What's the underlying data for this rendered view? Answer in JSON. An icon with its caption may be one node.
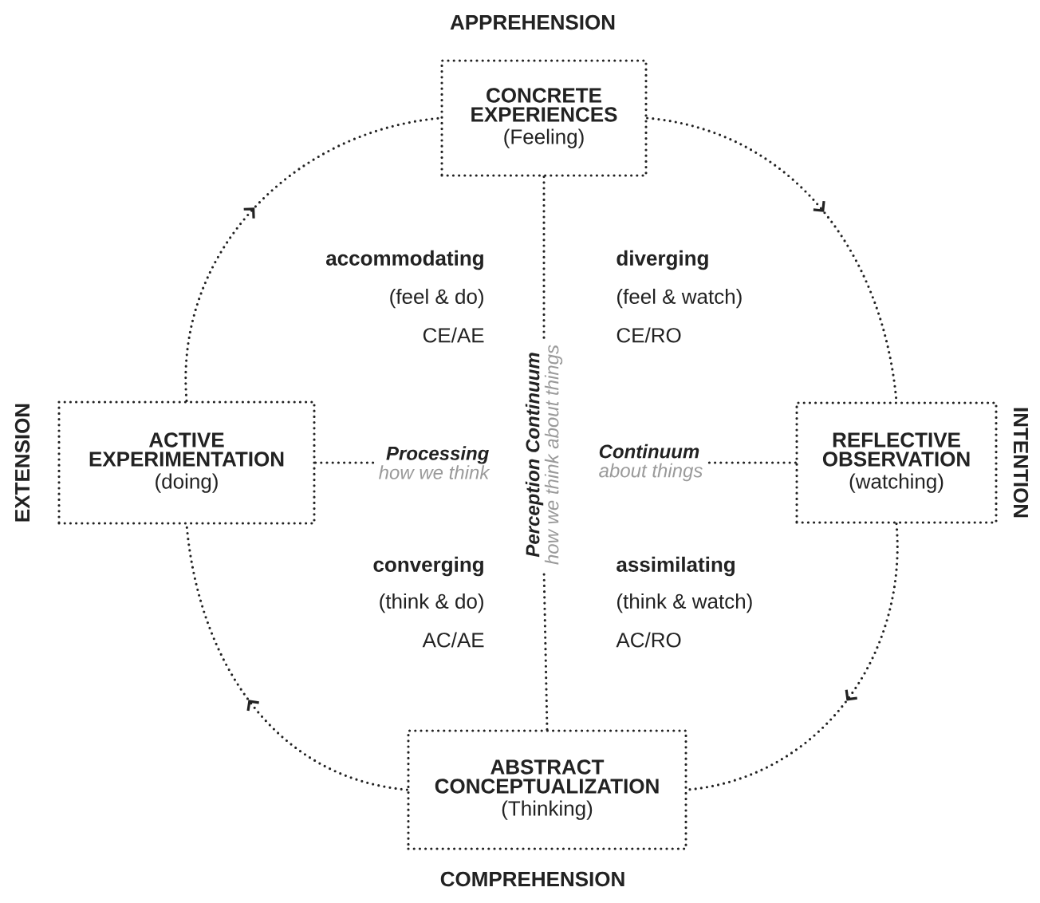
{
  "diagram": {
    "nodes": [
      {
        "text": [
          "CONCRETE EXPERIENCES",
          "(Feeling)"
        ]
      },
      {
        "text": [
          "REFLECTIVE OBSERVATION",
          "(watching)"
        ]
      },
      {
        "text": [
          "ABSTRACT CONCEPTUALIZATION",
          "(Thinking)"
        ]
      },
      {
        "text": [
          "ACTIVE EXPERIMENTATION",
          "(doing)"
        ]
      },
      {
        "text": [
          "Processing",
          "how we think"
        ]
      },
      {
        "text": [
          "Continuum",
          "about things"
        ]
      },
      {
        "text": [
          "Perception Continuum",
          "how we think about things"
        ]
      }
    ],
    "edges": [
      {
        "from": 0,
        "to": 1,
        "arrow": "to"
      },
      {
        "from": 1,
        "to": 2,
        "arrow": "to"
      },
      {
        "from": 2,
        "to": 3,
        "arrow": "to"
      },
      {
        "from": 3,
        "to": 0,
        "arrow": "to"
      },
      {
        "from": 0,
        "to": 6,
        "arrow": "none"
      },
      {
        "from": 2,
        "to": 6,
        "arrow": "none"
      },
      {
        "from": 3,
        "to": 4,
        "arrow": "none"
      },
      {
        "from": 1,
        "to": 5,
        "arrow": "none"
      }
    ],
    "labels": [
      "APPREHENSION",
      "accommodating",
      "(feel & do)",
      "CE/AE",
      "diverging",
      "(feel & watch)",
      "CE/RO",
      "EXTENSION",
      "INTENTION",
      "converging",
      "(think & do)",
      "AC/AE",
      "assimilating",
      "(think & watch)",
      "AC/RO",
      "COMPREHENSION"
    ]
  }
}
